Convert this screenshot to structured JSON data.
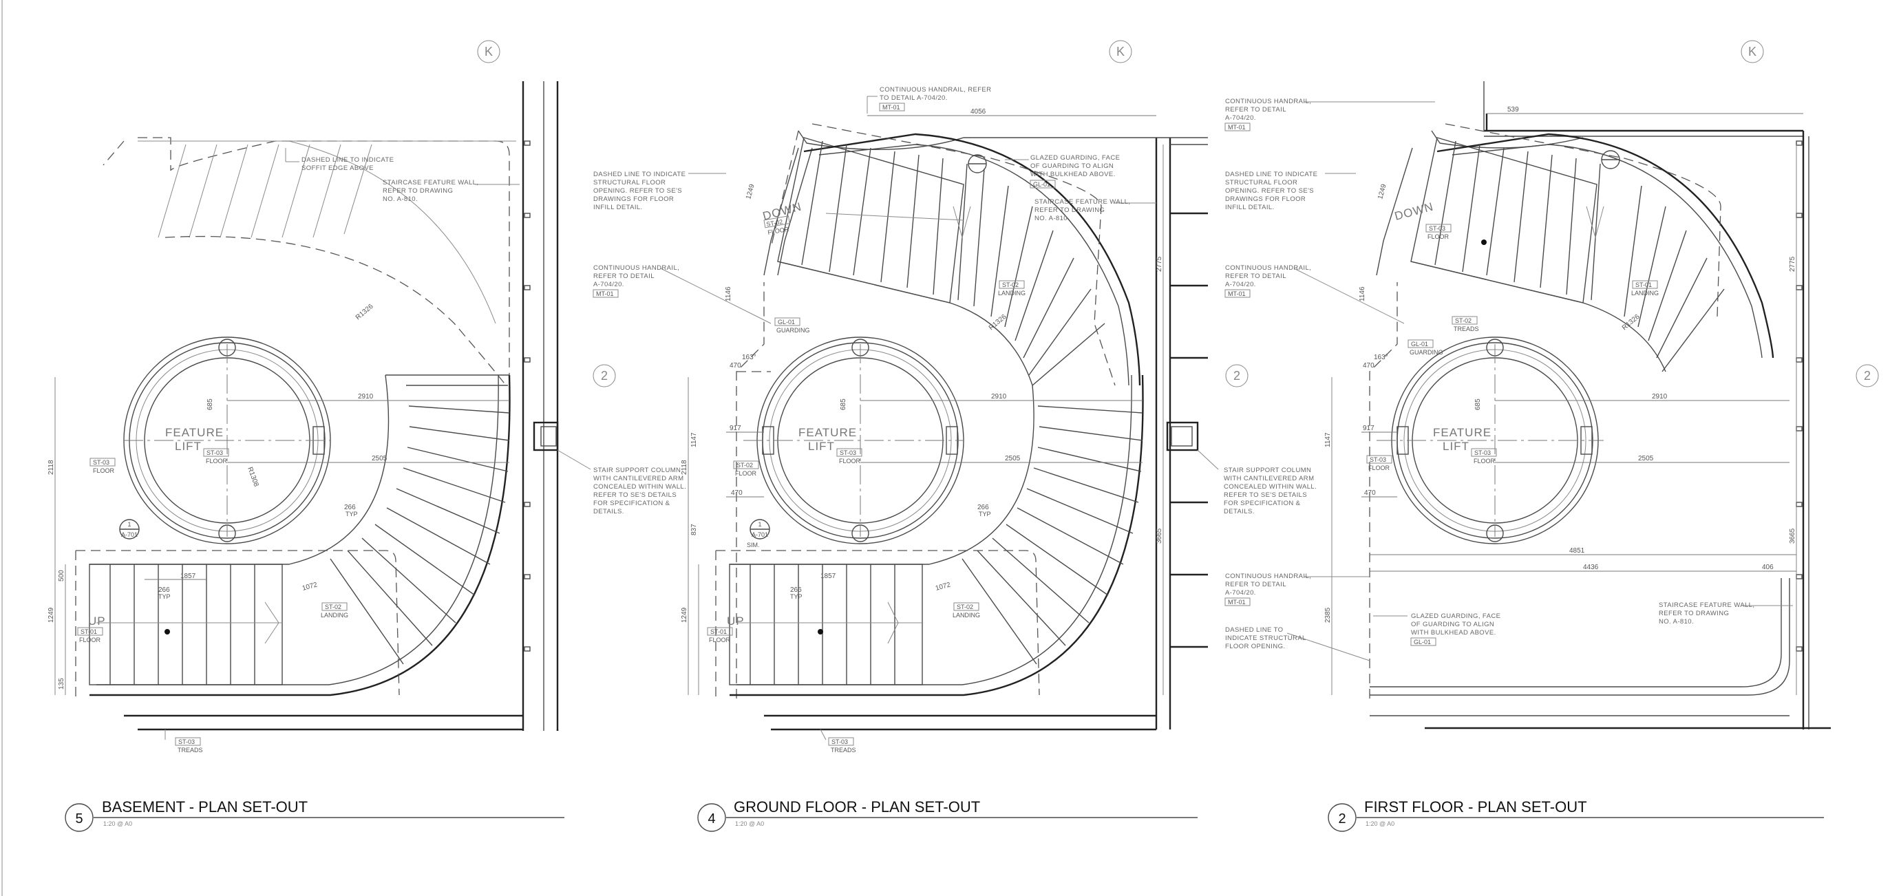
{
  "panels": [
    {
      "number": "5",
      "title": "BASEMENT - PLAN SET-OUT",
      "scale": "1:20 @ A0",
      "grid_k": "K",
      "grid_2": "2",
      "notes": {
        "n1": [
          "DASHED LINE TO INDICATE",
          "SOFFIT EDGE ABOVE"
        ],
        "n2": [
          "STAIRCASE FEATURE WALL,",
          "REFER TO DRAWING",
          "NO. A-810."
        ],
        "n3": [
          "STAIR SUPPORT COLUMN",
          "WITH CANTILEVERED ARM",
          "CONCEALED WITHIN WALL.",
          "REFER TO SE'S DETAILS",
          "FOR SPECIFICATION &",
          "DETAILS."
        ]
      },
      "lift": [
        "FEATURE",
        "LIFT"
      ],
      "up": "UP",
      "tags": {
        "lift_floor": [
          "ST-03",
          "FLOOR"
        ],
        "floor": [
          "ST-03",
          "FLOOR"
        ],
        "landing": [
          "ST-02",
          "LANDING"
        ],
        "treads": [
          "ST-03",
          "TREADS"
        ],
        "lower_floor": [
          "ST-01",
          "FLOOR"
        ]
      },
      "sect": [
        "1",
        "A-701"
      ],
      "dims": {
        "d2910": "2910",
        "d2505": "2505",
        "d2118": "2118",
        "d1249": "1249",
        "d1857": "1857",
        "d266": "266",
        "typ": "TYP",
        "d1072": "1072",
        "r1326": "R1326",
        "r1308": "R1308",
        "d685": "685",
        "d500": "500",
        "d135": "135"
      }
    },
    {
      "number": "4",
      "title": "GROUND FLOOR - PLAN SET-OUT",
      "scale": "1:20 @ A0",
      "grid_k": "K",
      "grid_2": "2",
      "notes": {
        "n1": [
          "CONTINUOUS HANDRAIL, REFER",
          "TO DETAIL A-704/20."
        ],
        "n1_tag": "MT-01",
        "n2": [
          "DASHED LINE TO INDICATE",
          "STRUCTURAL FLOOR",
          "OPENING. REFER TO SE'S",
          "DRAWINGS FOR FLOOR",
          "INFILL DETAIL."
        ],
        "n3": [
          "GLAZED GUARDING, FACE",
          "OF GUARDING TO ALIGN",
          "WITH BULKHEAD ABOVE."
        ],
        "n3_tag": "GL-01",
        "n4": [
          "STAIRCASE FEATURE WALL,",
          "REFER TO DRAWING",
          "NO. A-810."
        ],
        "n5": [
          "CONTINUOUS HANDRAIL,",
          "REFER TO DETAIL",
          "A-704/20."
        ],
        "n5_tag": "MT-01",
        "n6": [
          "STAIR SUPPORT COLUMN",
          "WITH CANTILEVERED ARM",
          "CONCEALED WITHIN WALL.",
          "REFER TO SE'S DETAILS",
          "FOR SPECIFICATION &",
          "DETAILS."
        ]
      },
      "lift": [
        "FEATURE",
        "LIFT"
      ],
      "up": "UP",
      "down": "DOWN",
      "tags": {
        "lift_floor": [
          "ST-03",
          "FLOOR"
        ],
        "upper": [
          "ST-02",
          "FLOOR"
        ],
        "guard": [
          "GL-01",
          "GUARDING"
        ],
        "landing": [
          "ST-02",
          "LANDING"
        ],
        "floor": [
          "ST-02",
          "FLOOR"
        ],
        "treads": [
          "ST-03",
          "TREADS"
        ],
        "lower_floor": [
          "ST-01",
          "FLOOR"
        ],
        "landing2": [
          "ST-02",
          "LANDING"
        ]
      },
      "sect": [
        "1",
        "A-701"
      ],
      "sect_sim": "SIM.",
      "dims": {
        "d4056": "4056",
        "d2910": "2910",
        "d2505": "2505",
        "d2118": "2118",
        "d1249": "1249",
        "d1857": "1857",
        "d2775": "2775",
        "d3665": "3665",
        "d1147": "1147",
        "d837": "837",
        "d1146": "1146",
        "d1249b": "1249",
        "d917": "917",
        "d470": "470",
        "d266": "266",
        "typ": "TYP",
        "d1072": "1072",
        "r1326": "R1326",
        "d685": "685",
        "d163": "163°"
      }
    },
    {
      "number": "2",
      "title": "FIRST FLOOR - PLAN SET-OUT",
      "scale": "1:20 @ A0",
      "grid_k": "K",
      "grid_2": "2",
      "notes": {
        "n1": [
          "CONTINUOUS HANDRAIL,",
          "REFER TO DETAIL",
          "A-704/20."
        ],
        "n1_tag": "MT-01",
        "n2": [
          "DASHED LINE TO INDICATE",
          "STRUCTURAL FLOOR",
          "OPENING. REFER TO SE'S",
          "DRAWINGS FOR FLOOR",
          "INFILL DETAIL."
        ],
        "n3": [
          "CONTINUOUS HANDRAIL,",
          "REFER TO DETAIL",
          "A-704/20."
        ],
        "n3_tag": "MT-01",
        "n4": [
          "CONTINUOUS HANDRAIL,",
          "REFER TO DETAIL",
          "A-704/20."
        ],
        "n4_tag": "MT-01",
        "n5": [
          "DASHED LINE TO",
          "INDICATE STRUCTURAL",
          "FLOOR OPENING."
        ],
        "n6": [
          "GLAZED GUARDING, FACE",
          "OF GUARDING TO ALIGN",
          "WITH BULKHEAD ABOVE."
        ],
        "n6_tag": "GL-01",
        "n7": [
          "STAIRCASE FEATURE WALL,",
          "REFER TO DRAWING",
          "NO. A-810."
        ]
      },
      "lift": [
        "FEATURE",
        "LIFT"
      ],
      "down": "DOWN",
      "tags": {
        "lift_floor": [
          "ST-03",
          "FLOOR"
        ],
        "upper": [
          "ST-03",
          "FLOOR"
        ],
        "guard": [
          "GL-01",
          "GUARDING"
        ],
        "treads": [
          "ST-02",
          "TREADS"
        ],
        "landing": [
          "ST-01",
          "LANDING"
        ],
        "floor": [
          "ST-03",
          "FLOOR"
        ]
      },
      "dims": {
        "d539": "539",
        "d2910": "2910",
        "d2505": "2505",
        "d4851": "4851",
        "d4436": "4436",
        "d406": "406",
        "d2775": "2775",
        "d3665": "3665",
        "d2385": "2385",
        "d1147": "1147",
        "d1146": "1146",
        "d1249": "1249",
        "d917": "917",
        "d470": "470",
        "d685": "685",
        "d163": "163°",
        "r1326": "R1326"
      }
    }
  ]
}
